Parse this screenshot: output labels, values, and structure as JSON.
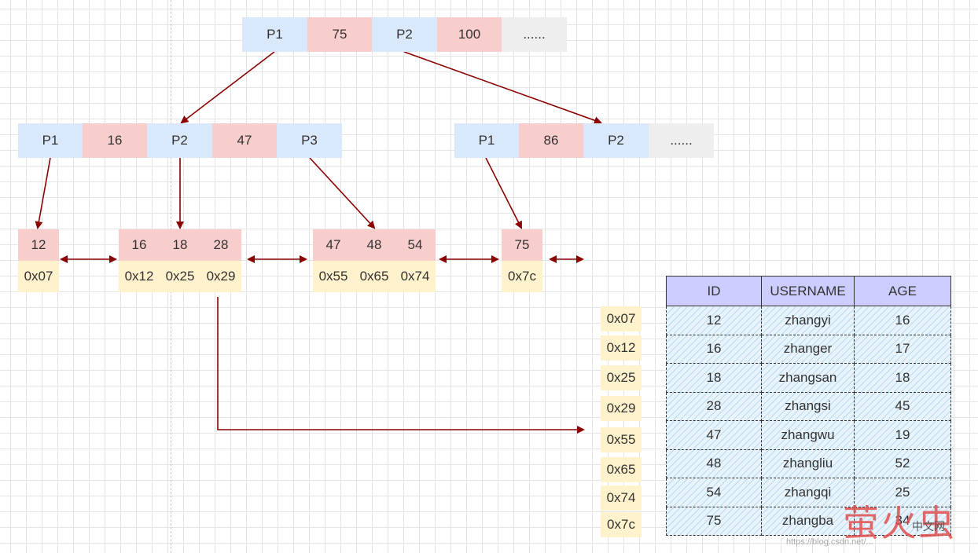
{
  "root": [
    "P1",
    "75",
    "P2",
    "100",
    "......"
  ],
  "level2_left": [
    "P1",
    "16",
    "P2",
    "47",
    "P3"
  ],
  "level2_right": [
    "P1",
    "86",
    "P2",
    "......"
  ],
  "leaves": [
    {
      "keys": [
        "12"
      ],
      "addrs": [
        "0x07"
      ]
    },
    {
      "keys": [
        "16",
        "18",
        "28"
      ],
      "addrs": [
        "0x12",
        "0x25",
        "0x29"
      ]
    },
    {
      "keys": [
        "47",
        "48",
        "54"
      ],
      "addrs": [
        "0x55",
        "0x65",
        "0x74"
      ]
    },
    {
      "keys": [
        "75"
      ],
      "addrs": [
        "0x7c"
      ]
    }
  ],
  "row_addresses": [
    "0x07",
    "0x12",
    "0x25",
    "0x29",
    "0x55",
    "0x65",
    "0x74",
    "0x7c"
  ],
  "table": {
    "headers": [
      "ID",
      "USERNAME",
      "AGE"
    ],
    "rows": [
      [
        "12",
        "zhangyi",
        "16"
      ],
      [
        "16",
        "zhanger",
        "17"
      ],
      [
        "18",
        "zhangsan",
        "18"
      ],
      [
        "28",
        "zhangsi",
        "45"
      ],
      [
        "47",
        "zhangwu",
        "19"
      ],
      [
        "48",
        "zhangliu",
        "52"
      ],
      [
        "54",
        "zhangqi",
        "25"
      ],
      [
        "75",
        "zhangba",
        "34"
      ]
    ]
  },
  "watermark": {
    "big": "萤火虫",
    "small": "中文网"
  },
  "blog_url": "https://blog.csdn.net/..."
}
